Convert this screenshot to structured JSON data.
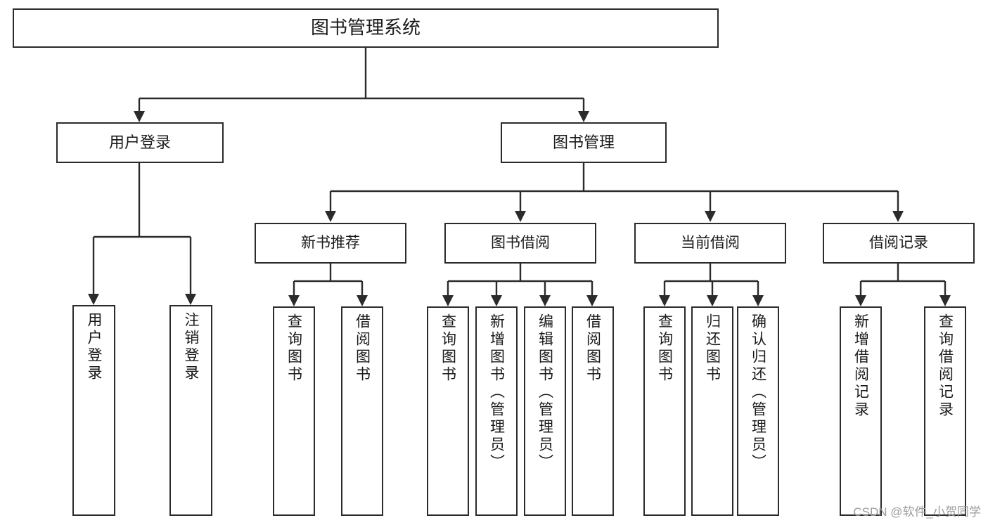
{
  "diagram": {
    "title": "图书管理系统",
    "type": "tree",
    "root": {
      "id": "root",
      "label": "图书管理系统",
      "orientation": "horizontal"
    },
    "level1": [
      {
        "id": "user-login",
        "label": "用户登录",
        "orientation": "horizontal"
      },
      {
        "id": "book-manage",
        "label": "图书管理",
        "orientation": "horizontal"
      }
    ],
    "level2": [
      {
        "id": "new-book-rec",
        "label": "新书推荐",
        "orientation": "horizontal",
        "parent": "book-manage"
      },
      {
        "id": "book-borrow",
        "label": "图书借阅",
        "orientation": "horizontal",
        "parent": "book-manage"
      },
      {
        "id": "current-borrow",
        "label": "当前借阅",
        "orientation": "horizontal",
        "parent": "book-manage"
      },
      {
        "id": "borrow-record",
        "label": "借阅记录",
        "orientation": "horizontal",
        "parent": "book-manage"
      }
    ],
    "leaves": [
      {
        "id": "leaf-user-login",
        "label": "用户登录",
        "parent": "user-login"
      },
      {
        "id": "leaf-user-logout",
        "label": "注销登录",
        "parent": "user-login"
      },
      {
        "id": "leaf-rec-query-book",
        "label": "查询图书",
        "parent": "new-book-rec"
      },
      {
        "id": "leaf-rec-borrow-book",
        "label": "借阅图书",
        "parent": "new-book-rec"
      },
      {
        "id": "leaf-borrow-query-book",
        "label": "查询图书",
        "parent": "book-borrow"
      },
      {
        "id": "leaf-borrow-add-book",
        "label": "新增图书（管理员）",
        "parent": "book-borrow"
      },
      {
        "id": "leaf-borrow-edit-book",
        "label": "编辑图书（管理员）",
        "parent": "book-borrow"
      },
      {
        "id": "leaf-borrow-borrow-book",
        "label": "借阅图书",
        "parent": "book-borrow"
      },
      {
        "id": "leaf-cur-query-book",
        "label": "查询图书",
        "parent": "current-borrow"
      },
      {
        "id": "leaf-cur-return-book",
        "label": "归还图书",
        "parent": "current-borrow"
      },
      {
        "id": "leaf-cur-confirm-return",
        "label": "确认归还（管理员）",
        "parent": "current-borrow"
      },
      {
        "id": "leaf-rec-add-record",
        "label": "新增借阅记录",
        "parent": "borrow-record"
      },
      {
        "id": "leaf-rec-query-record",
        "label": "查询借阅记录",
        "parent": "borrow-record"
      }
    ]
  },
  "watermark": {
    "text": "CSDN @软件_小贺同学"
  },
  "colors": {
    "border": "#2b2b2b",
    "background": "#ffffff",
    "text": "#1a1a1a",
    "watermark": "#9b9b9b"
  }
}
